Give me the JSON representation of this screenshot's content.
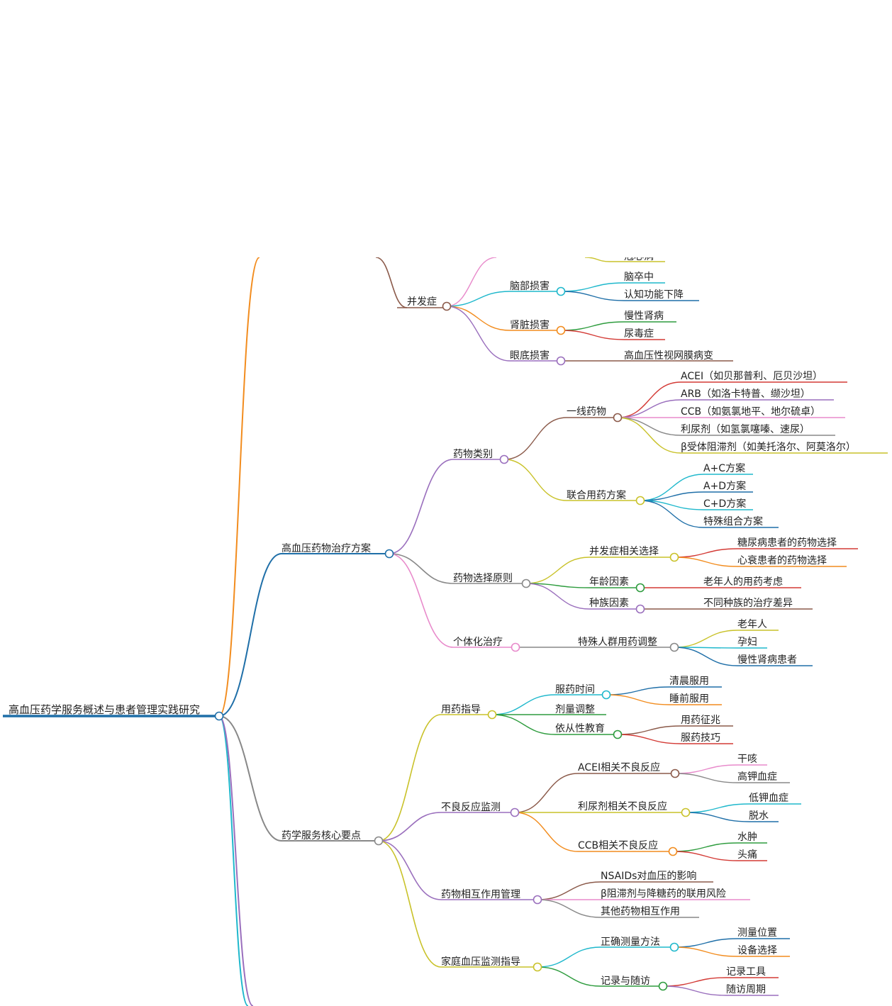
{
  "root": {
    "label": "高血压药学服务概述与患者管理实践研究",
    "color": "#1f6fa8"
  },
  "colors": {
    "complication": "#8b5a4a",
    "brain": "#1fb8cc",
    "kidney": "#f28c1e",
    "eye": "#9a6fbd",
    "treatment": "#1f6fa8",
    "drug_class": "#9a6fbd",
    "first_line": "#8b5a4a",
    "combo": "#c9c22a",
    "principle": "#888888",
    "comp_select": "#c9c22a",
    "age": "#2e9c3e",
    "race": "#9a6fbd",
    "individual": "#e88acb",
    "special": "#888888",
    "service": "#888888",
    "guide": "#c9c22a",
    "adverse": "#9a6fbd",
    "interaction": "#9a6fbd",
    "home": "#c9c22a",
    "red": "#d33a35",
    "orange": "#f28c1e",
    "blue": "#1f6fa8",
    "teal": "#1fb8cc",
    "green": "#2e9c3e",
    "pink": "#e88acb",
    "gray": "#888888",
    "brown": "#8b5a4a",
    "olive": "#c9c22a",
    "purple": "#9a6fbd"
  },
  "nodes": {
    "complication": "并发症",
    "comp_top": "冠心病",
    "brain": "脑部损害",
    "stroke": "脑卒中",
    "cognitive": "认知功能下降",
    "kidney": "肾脏损害",
    "ckd": "慢性肾病",
    "uremia": "尿毒症",
    "eye": "眼底损害",
    "retinopathy": "高血压性视网膜病变",
    "treatment": "高血压药物治疗方案",
    "drug_class": "药物类别",
    "first_line": "一线药物",
    "acei": "ACEI（如贝那普利、厄贝沙坦）",
    "arb": "ARB（如洛卡特普、缬沙坦）",
    "ccb": "CCB（如氨氯地平、地尔硫卓）",
    "diuretic": "利尿剂（如氢氯噻嗪、速尿）",
    "beta": "β受体阻滞剂（如美托洛尔、阿莫洛尔）",
    "combo": "联合用药方案",
    "ac": "A+C方案",
    "ad": "A+D方案",
    "cd": "C+D方案",
    "special_combo": "特殊组合方案",
    "principle": "药物选择原则",
    "comp_select": "并发症相关选择",
    "diabetes_pt": "糖尿病患者的药物选择",
    "hf_pt": "心衰患者的药物选择",
    "age": "年龄因素",
    "elderly_consider": "老年人的用药考虑",
    "race": "种族因素",
    "race_diff": "不同种族的治疗差异",
    "individual": "个体化治疗",
    "special_group": "特殊人群用药调整",
    "elderly": "老年人",
    "pregnant": "孕妇",
    "ckd_pt": "慢性肾病患者",
    "service": "药学服务核心要点",
    "guide": "用药指导",
    "timing": "服药时间",
    "morning": "清晨服用",
    "bedtime": "睡前服用",
    "dose": "剂量调整",
    "adherence": "依从性教育",
    "signs": "用药征兆",
    "skills": "服药技巧",
    "adverse": "不良反应监测",
    "acei_ae": "ACEI相关不良反应",
    "cough": "干咳",
    "hyperk": "高钾血症",
    "diur_ae": "利尿剂相关不良反应",
    "hypok": "低钾血症",
    "dehydration": "脱水",
    "ccb_ae": "CCB相关不良反应",
    "edema": "水肿",
    "headache": "头痛",
    "interaction": "药物相互作用管理",
    "nsaids": "NSAIDs对血压的影响",
    "beta_diabetes": "β阻滞剂与降糖药的联用风险",
    "other_inter": "其他药物相互作用",
    "home": "家庭血压监测指导",
    "measure": "正确测量方法",
    "position": "测量位置",
    "device": "设备选择",
    "record": "记录与随访",
    "tools": "记录工具",
    "cycle": "随访周期"
  }
}
